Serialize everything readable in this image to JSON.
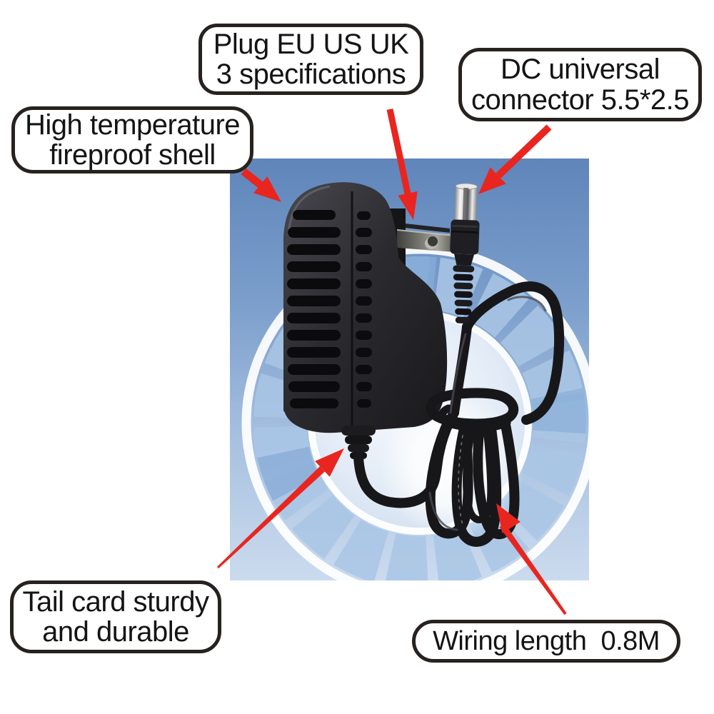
{
  "page": {
    "background": "#ffffff",
    "content_type": "annotated product photo of a power adapter"
  },
  "callouts": {
    "plug_spec": {
      "line1": "Plug EU US UK",
      "line2": "3 specifications"
    },
    "dc_connector": {
      "line1": "DC universal",
      "line2": "connector 5.5*2.5"
    },
    "fireproof_shell": {
      "line1": "High temperature",
      "line2": "fireproof shell"
    },
    "tail_card": {
      "line1": "Tail card sturdy",
      "line2": "and durable"
    },
    "wiring_length": {
      "line1": "Wiring length  0.8M"
    }
  },
  "colors": {
    "arrow_red": "#e8261f",
    "label_border": "#272120",
    "label_text": "#141414",
    "label_background": "#ffffff",
    "photo_bg_top": "#5f85ba",
    "photo_bg_bottom": "#cbdbee",
    "wheel_ring_white": "#ffffff",
    "wheel_wedge_blue": "#a9c6e5",
    "adapter_black": "#232327",
    "plug_blade_metal": "#a8a8a0",
    "dc_tip_chrome": "#e8e8e8"
  }
}
